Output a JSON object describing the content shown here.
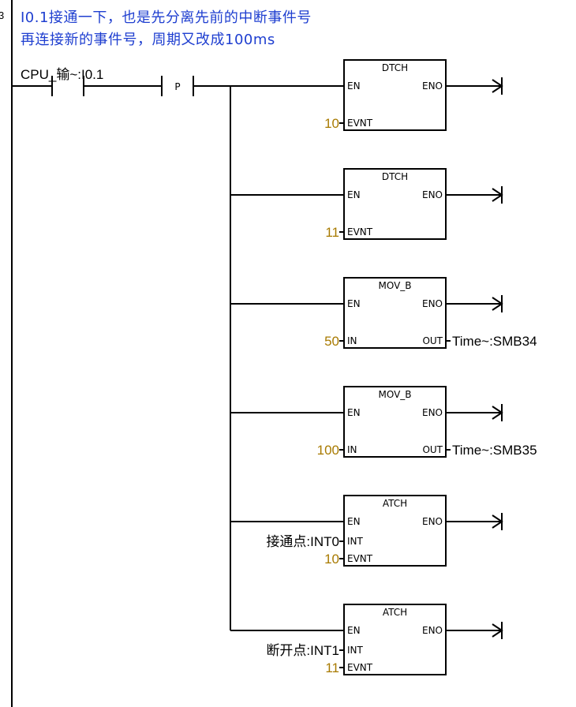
{
  "rung": {
    "number": "3"
  },
  "comment": {
    "line1": "I0.1接通一下，也是先分离先前的中断事件号",
    "line2": "再连接新的事件号，周期又改成100ms"
  },
  "contact": {
    "label": "CPU_输~:I0.1"
  },
  "p_instruction": {
    "label": "P"
  },
  "colors": {
    "comment": "#1f3fd0",
    "constant": "#a87a00",
    "lines": "#000000",
    "rail": "#000000"
  },
  "blocks": [
    {
      "title": "DTCH",
      "in_pins": [
        {
          "name": "EN",
          "value": ""
        },
        {
          "name": "EVNT",
          "value": "10",
          "value_kind": "constant"
        }
      ],
      "out_pins": [
        {
          "name": "ENO",
          "value": ""
        }
      ]
    },
    {
      "title": "DTCH",
      "in_pins": [
        {
          "name": "EN",
          "value": ""
        },
        {
          "name": "EVNT",
          "value": "11",
          "value_kind": "constant"
        }
      ],
      "out_pins": [
        {
          "name": "ENO",
          "value": ""
        }
      ]
    },
    {
      "title": "MOV_B",
      "in_pins": [
        {
          "name": "EN",
          "value": ""
        },
        {
          "name": "IN",
          "value": "50",
          "value_kind": "constant"
        }
      ],
      "out_pins": [
        {
          "name": "ENO",
          "value": ""
        },
        {
          "name": "OUT",
          "value": "Time~:SMB34"
        }
      ]
    },
    {
      "title": "MOV_B",
      "in_pins": [
        {
          "name": "EN",
          "value": ""
        },
        {
          "name": "IN",
          "value": "100",
          "value_kind": "constant"
        }
      ],
      "out_pins": [
        {
          "name": "ENO",
          "value": ""
        },
        {
          "name": "OUT",
          "value": "Time~:SMB35"
        }
      ]
    },
    {
      "title": "ATCH",
      "in_pins": [
        {
          "name": "EN",
          "value": ""
        },
        {
          "name": "INT",
          "value": "接通点:INT0",
          "value_kind": "symbol"
        },
        {
          "name": "EVNT",
          "value": "10",
          "value_kind": "constant"
        }
      ],
      "out_pins": [
        {
          "name": "ENO",
          "value": ""
        }
      ]
    },
    {
      "title": "ATCH",
      "in_pins": [
        {
          "name": "EN",
          "value": ""
        },
        {
          "name": "INT",
          "value": "断开点:INT1",
          "value_kind": "symbol"
        },
        {
          "name": "EVNT",
          "value": "11",
          "value_kind": "constant"
        }
      ],
      "out_pins": [
        {
          "name": "ENO",
          "value": ""
        }
      ]
    }
  ]
}
